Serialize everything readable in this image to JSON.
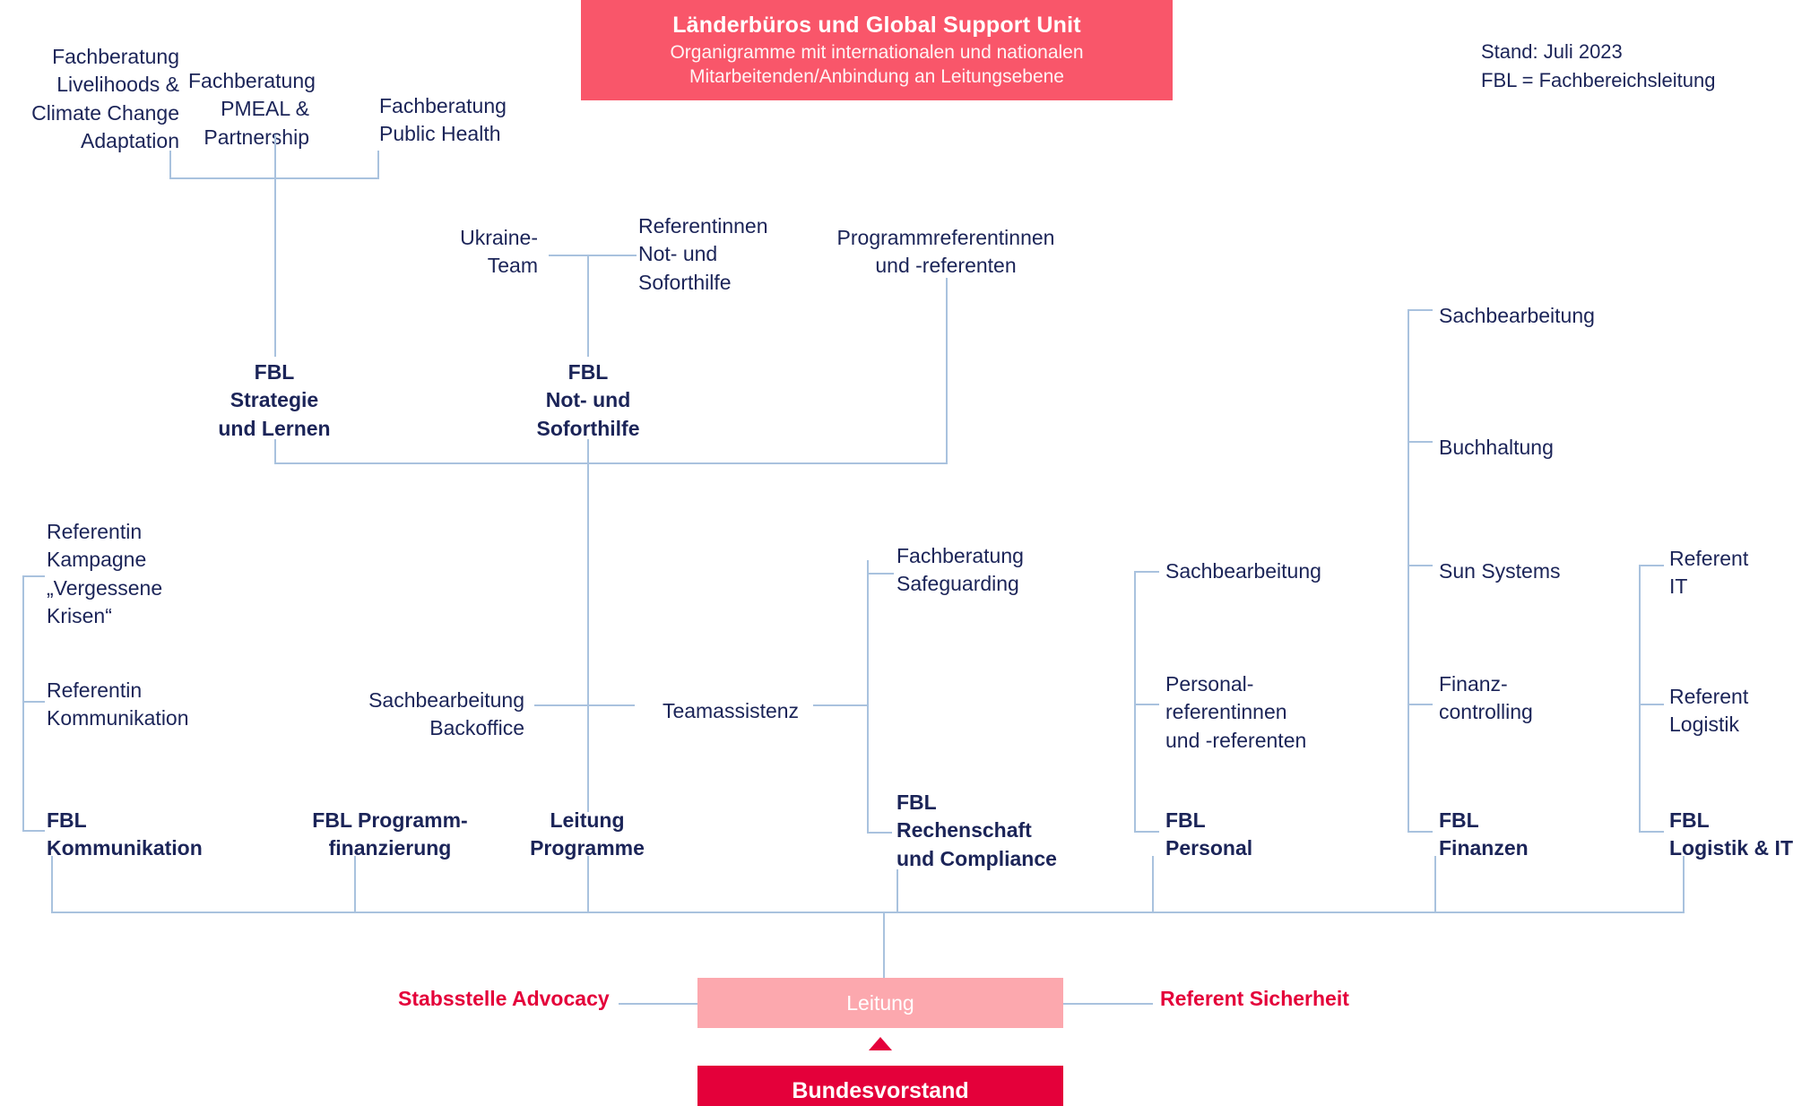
{
  "banner": {
    "title": "Länderbüros und Global Support Unit",
    "subtitle": "Organigramme mit internationalen und nationalen\nMitarbeitenden/Anbindung an Leitungsebene"
  },
  "note": {
    "text": "Stand: Juli 2023\nFBL = Fachbereichsleitung"
  },
  "colors": {
    "text_navy": "#1b2458",
    "line_blue": "#a9c2de",
    "banner_red": "#f9566a",
    "leitung_pink": "#fca8ae",
    "vorstand_red": "#e4003a"
  },
  "chart_data": {
    "type": "diagram",
    "title": "Länderbüros und Global Support Unit",
    "root": "Bundesvorstand",
    "nodes": [
      {
        "id": "fb-livelihoods",
        "label": "Fachberatung\nLivelihoods &\nClimate Change\nAdaptation",
        "parent": "fbl-strategie"
      },
      {
        "id": "fb-pmeal",
        "label": "Fachberatung\nPMEAL &\nPartnership",
        "parent": "fbl-strategie"
      },
      {
        "id": "fb-public-health",
        "label": "Fachberatung\nPublic Health",
        "parent": "fbl-strategie"
      },
      {
        "id": "ukraine-team",
        "label": "Ukraine-\nTeam",
        "parent": "fbl-not-soforthilfe"
      },
      {
        "id": "ref-not-soforthilfe",
        "label": "Referentinnen\nNot- und\nSoforthilfe",
        "parent": "fbl-not-soforthilfe"
      },
      {
        "id": "programmreferent",
        "label": "Programmreferentinnen\nund -referenten",
        "parent": "leitung-programme"
      },
      {
        "id": "fbl-strategie",
        "label": "FBL\nStrategie\nund Lernen",
        "parent": "leitung-programme"
      },
      {
        "id": "fbl-not-soforthilfe",
        "label": "FBL\nNot- und\nSoforthilfe",
        "parent": "leitung-programme"
      },
      {
        "id": "ref-kampagne",
        "label": "Referentin\nKampagne\n„Vergessene\nKrisen“",
        "parent": "fbl-kommunikation"
      },
      {
        "id": "ref-kommunikation",
        "label": "Referentin\nKommunikation",
        "parent": "fbl-kommunikation"
      },
      {
        "id": "sb-backoffice",
        "label": "Sachbearbeitung\nBackoffice",
        "parent": "teamassistenz"
      },
      {
        "id": "teamassistenz",
        "label": "Teamassistenz",
        "parent": "leitung-programme"
      },
      {
        "id": "fb-safeguarding",
        "label": "Fachberatung\nSafeguarding",
        "parent": "fbl-rechenschaft"
      },
      {
        "id": "sb-personal",
        "label": "Sachbearbeitung",
        "parent": "fbl-personal"
      },
      {
        "id": "personalreferent",
        "label": "Personal-\nreferentinnen\nund -referenten",
        "parent": "fbl-personal"
      },
      {
        "id": "sb-finanzen",
        "label": "Sachbearbeitung",
        "parent": "fbl-finanzen"
      },
      {
        "id": "buchhaltung",
        "label": "Buchhaltung",
        "parent": "fbl-finanzen"
      },
      {
        "id": "sun-systems",
        "label": "Sun Systems",
        "parent": "fbl-finanzen"
      },
      {
        "id": "finanzcontrolling",
        "label": "Finanz-\ncontrolling",
        "parent": "fbl-finanzen"
      },
      {
        "id": "referent-it",
        "label": "Referent\nIT",
        "parent": "fbl-logistik-it"
      },
      {
        "id": "referent-logistik",
        "label": "Referent\nLogistik",
        "parent": "fbl-logistik-it"
      },
      {
        "id": "fbl-kommunikation",
        "label": "FBL\nKommunikation",
        "parent": "leitung"
      },
      {
        "id": "fbl-programmfinanzierung",
        "label": "FBL Programm-\nfinanzierung",
        "parent": "leitung"
      },
      {
        "id": "leitung-programme",
        "label": "Leitung\nProgramme",
        "parent": "leitung"
      },
      {
        "id": "fbl-rechenschaft",
        "label": "FBL\nRechenschaft\nund Compliance",
        "parent": "leitung"
      },
      {
        "id": "fbl-personal",
        "label": "FBL\nPersonal",
        "parent": "leitung"
      },
      {
        "id": "fbl-finanzen",
        "label": "FBL\nFinanzen",
        "parent": "leitung"
      },
      {
        "id": "fbl-logistik-it",
        "label": "FBL\nLogistik & IT",
        "parent": "leitung"
      },
      {
        "id": "stabsstelle-advocacy",
        "label": "Stabsstelle Advocacy",
        "parent": "leitung"
      },
      {
        "id": "referent-sicherheit",
        "label": "Referent Sicherheit",
        "parent": "leitung"
      },
      {
        "id": "leitung",
        "label": "Leitung",
        "parent": "bundesvorstand"
      },
      {
        "id": "bundesvorstand",
        "label": "Bundesvorstand",
        "parent": null
      }
    ]
  },
  "labels": {
    "fb_livelihoods": "Fachberatung\nLivelihoods &\nClimate Change\nAdaptation",
    "fb_pmeal": "Fachberatung\nPMEAL &\nPartnership",
    "fb_public_health": "Fachberatung\nPublic Health",
    "ukraine_team": "Ukraine-\nTeam",
    "ref_not_soforthilfe": "Referentinnen\nNot- und\nSoforthilfe",
    "programmreferent": "Programmreferentinnen\nund -referenten",
    "fbl_strategie": "FBL\nStrategie\nund Lernen",
    "fbl_not_soforthilfe": "FBL\nNot- und\nSoforthilfe",
    "sb_finanzen": "Sachbearbeitung",
    "buchhaltung": "Buchhaltung",
    "sun_systems": "Sun Systems",
    "finanzcontrolling": "Finanz-\ncontrolling",
    "ref_kampagne": "Referentin\nKampagne\n„Vergessene\nKrisen“",
    "ref_kommunikation": "Referentin\nKommunikation",
    "sb_backoffice": "Sachbearbeitung\nBackoffice",
    "teamassistenz": "Teamassistenz",
    "fb_safeguarding": "Fachberatung\nSafeguarding",
    "sb_personal": "Sachbearbeitung",
    "personalreferent": "Personal-\nreferentinnen\nund -referenten",
    "referent_it": "Referent\nIT",
    "referent_logistik": "Referent\nLogistik",
    "fbl_kommunikation": "FBL\nKommunikation",
    "fbl_programmfinanzierung": "FBL Programm-\nfinanzierung",
    "leitung_programme": "Leitung\nProgramme",
    "fbl_rechenschaft": "FBL\nRechenschaft\nund Compliance",
    "fbl_personal": "FBL\nPersonal",
    "fbl_finanzen": "FBL\nFinanzen",
    "fbl_logistik_it": "FBL\nLogistik & IT",
    "stabsstelle_advocacy": "Stabsstelle Advocacy",
    "referent_sicherheit": "Referent Sicherheit",
    "leitung": "Leitung",
    "bundesvorstand": "Bundesvorstand"
  }
}
